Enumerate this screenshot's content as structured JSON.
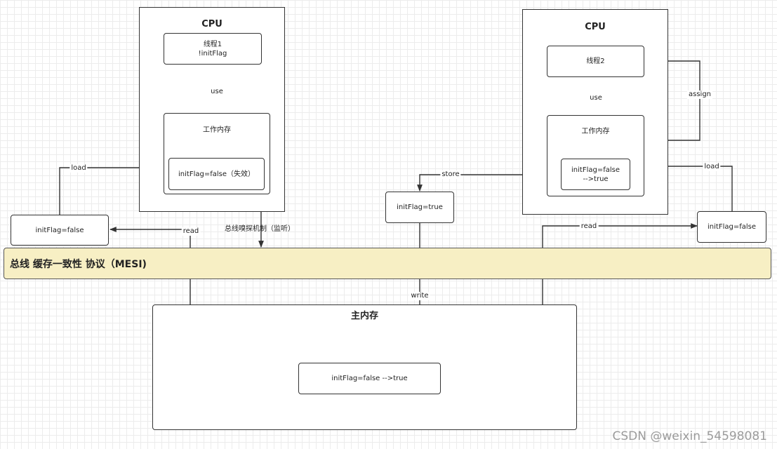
{
  "cpu_left": {
    "title": "CPU",
    "thread": {
      "line1": "线程1",
      "line2": "!initFlag"
    },
    "working_memory": {
      "title": "工作内存",
      "var": "initFlag=false（失效）"
    }
  },
  "cpu_right": {
    "title": "CPU",
    "thread": {
      "line1": "线程2"
    },
    "working_memory": {
      "title": "工作内存",
      "var_line1": "initFlag=false",
      "var_line2": "-->true"
    }
  },
  "left_copy": "initFlag=false",
  "right_copy": "initFlag=false",
  "store_box": "initFlag=true",
  "bus": {
    "label": "总线 缓存一致性 协议（MESI)"
  },
  "main_memory": {
    "title": "主内存",
    "var": "initFlag=false -->true"
  },
  "edge_labels": {
    "use_left": "use",
    "use_right": "use",
    "load_left": "load",
    "load_right": "load",
    "read_left": "read",
    "read_right": "read",
    "store": "store",
    "write": "write",
    "assign": "assign",
    "sniff": "总线嗅探机制（监听）"
  },
  "watermark": "CSDN @weixin_54598081",
  "colors": {
    "bus_fill": "#f7efc4",
    "line": "#333333"
  }
}
